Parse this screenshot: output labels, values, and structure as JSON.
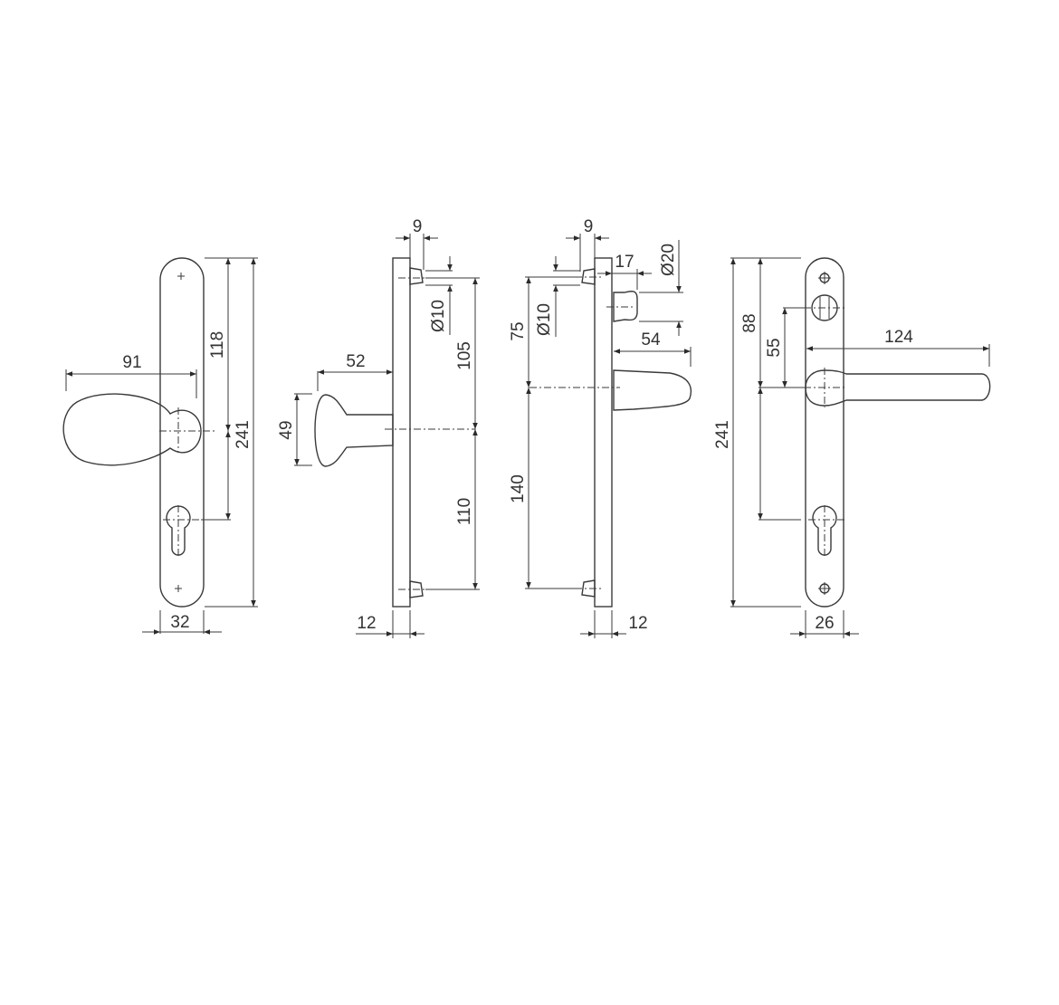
{
  "drawing": {
    "title": "Door handle set dimension drawing",
    "line_color": "#3a3a3a",
    "views": [
      {
        "name": "knob-front-view",
        "dims": {
          "knob_projection": "91",
          "spindle_to_top": "118",
          "plate_length": "241",
          "plate_width": "32"
        }
      },
      {
        "name": "knob-side-view",
        "dims": {
          "boss_offset": "9",
          "boss_diameter": "Ø10",
          "top_boss_to_spindle": "105",
          "knob_projection": "52",
          "knob_diameter": "49",
          "spindle_to_bottom_boss": "110",
          "plate_thickness": "12"
        }
      },
      {
        "name": "lever-side-view",
        "dims": {
          "boss_offset": "9",
          "boss_diameter": "Ø10",
          "turn_offset": "17",
          "turn_diameter": "Ø20",
          "top_boss_to_spindle": "75",
          "lever_projection": "54",
          "spindle_to_bottom_boss": "140",
          "plate_thickness": "12"
        }
      },
      {
        "name": "lever-front-view",
        "dims": {
          "top_to_spindle": "88",
          "turn_to_spindle": "55",
          "lever_length": "124",
          "plate_length": "241",
          "plate_width": "26"
        }
      }
    ]
  }
}
